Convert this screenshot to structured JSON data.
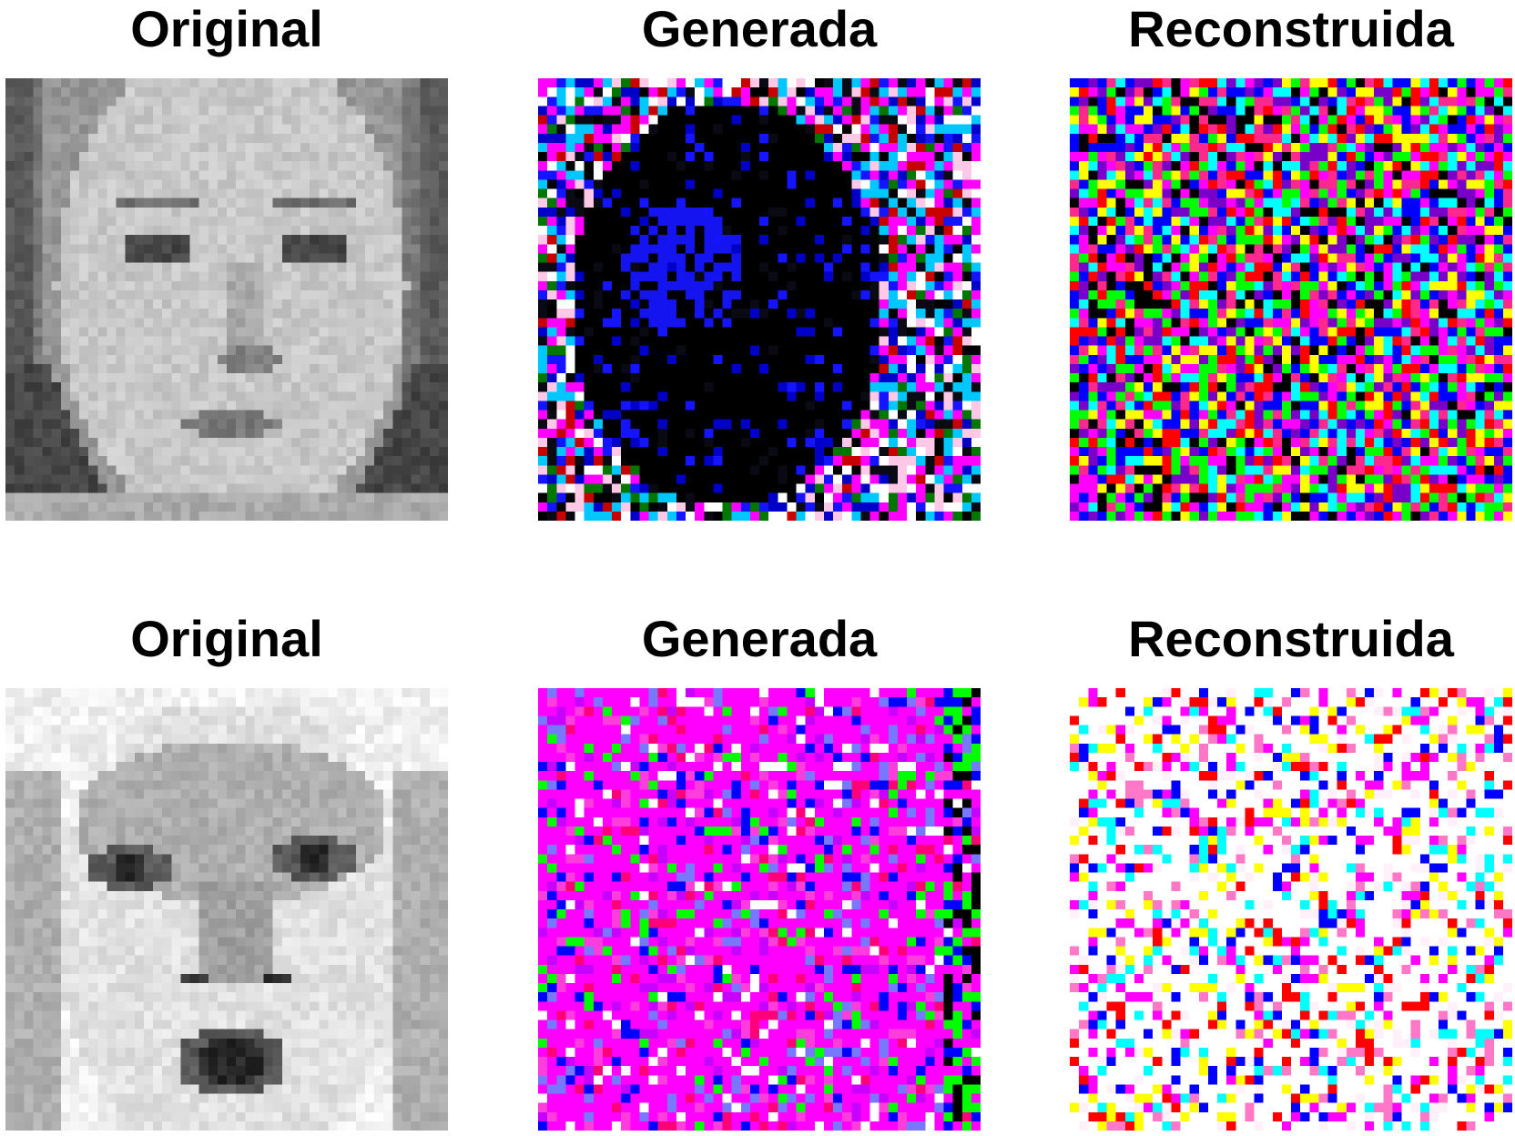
{
  "rows": [
    {
      "panels": [
        {
          "title": "Original",
          "kind": "face-gray"
        },
        {
          "title": "Generada",
          "kind": "noise-dark-face"
        },
        {
          "title": "Reconstruida",
          "kind": "noise-saturated"
        }
      ]
    },
    {
      "panels": [
        {
          "title": "Original",
          "kind": "face-gray-2"
        },
        {
          "title": "Generada",
          "kind": "noise-magenta"
        },
        {
          "title": "Reconstruida",
          "kind": "noise-light"
        }
      ]
    }
  ]
}
